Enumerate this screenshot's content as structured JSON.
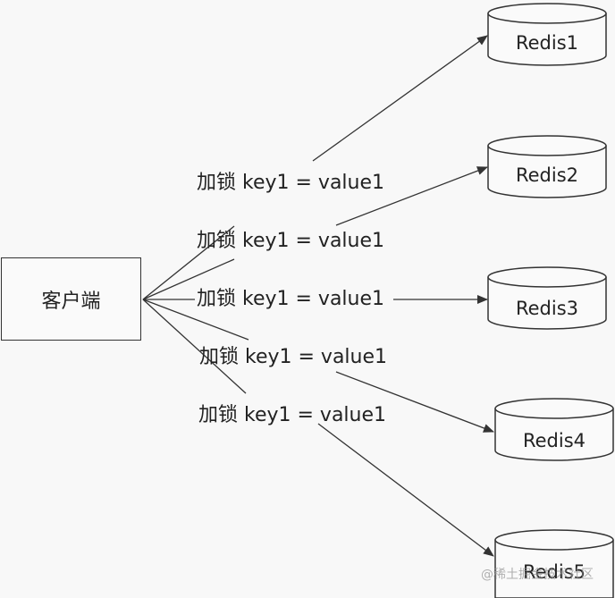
{
  "client": {
    "label": "客户端"
  },
  "edges": [
    {
      "label": "加锁 key1 = value1"
    },
    {
      "label": "加锁 key1 = value1"
    },
    {
      "label": "加锁 key1 = value1"
    },
    {
      "label": "加锁 key1 = value1"
    },
    {
      "label": "加锁 key1 = value1"
    }
  ],
  "nodes": [
    {
      "label": "Redis1"
    },
    {
      "label": "Redis2"
    },
    {
      "label": "Redis3"
    },
    {
      "label": "Redis4"
    },
    {
      "label": "Redis5"
    }
  ],
  "watermark": "@稀土掘金技术社区",
  "colors": {
    "line": "#333333",
    "background": "#f8f8f8"
  }
}
